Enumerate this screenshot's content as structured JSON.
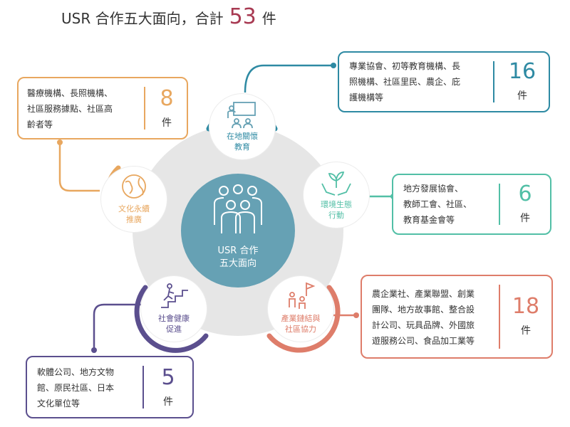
{
  "header": {
    "title_prefix": "USR 合作五大面向，合計",
    "total": "53",
    "unit": "件"
  },
  "hub": {
    "line1": "USR 合作",
    "line2": "五大面向",
    "icon": "group-people-icon"
  },
  "colors": {
    "education": "#2e8aa3",
    "environment": "#52bfa6",
    "industry": "#de7d6a",
    "health": "#5b4f8e",
    "culture": "#e8a75f",
    "hub": "#66a1b4",
    "total": "#a83a52"
  },
  "nodes": {
    "education": {
      "line1": "在地關懷",
      "line2": "教育",
      "icon": "teaching-board-icon"
    },
    "environment": {
      "line1": "環境生態",
      "line2": "行動",
      "icon": "hands-sprout-icon"
    },
    "industry": {
      "line1": "產業鏈結與",
      "line2": "社區協力",
      "icon": "teamwork-flag-icon"
    },
    "health": {
      "line1": "社會健康",
      "line2": "促進",
      "icon": "climbing-stairs-icon"
    },
    "culture": {
      "line1": "文化永續",
      "line2": "推廣",
      "icon": "globe-leaf-icon"
    }
  },
  "cards": {
    "education": {
      "lines": [
        "專業協會、初等教育機構、長",
        "照機構、社區里民、農企、庇",
        "護機構等"
      ],
      "count": "16",
      "unit": "件"
    },
    "environment": {
      "lines": [
        "地方發展協會、",
        "教師工會、社區、",
        "教育基金會等"
      ],
      "count": "6",
      "unit": "件"
    },
    "industry": {
      "lines": [
        "農企業社、產業聯盟、創業",
        "團隊、地方故事館、整合設",
        "計公司、玩具品牌、外國旅",
        "遊服務公司、食品加工業等"
      ],
      "count": "18",
      "unit": "件"
    },
    "health": {
      "lines": [
        "軟體公司、地方文物",
        "館、原民社區、日本",
        "文化單位等"
      ],
      "count": "5",
      "unit": "件"
    },
    "culture": {
      "lines": [
        "醫療機構、長照機構、",
        "社區服務據點、社區高",
        "齡者等"
      ],
      "count": "8",
      "unit": "件"
    }
  }
}
